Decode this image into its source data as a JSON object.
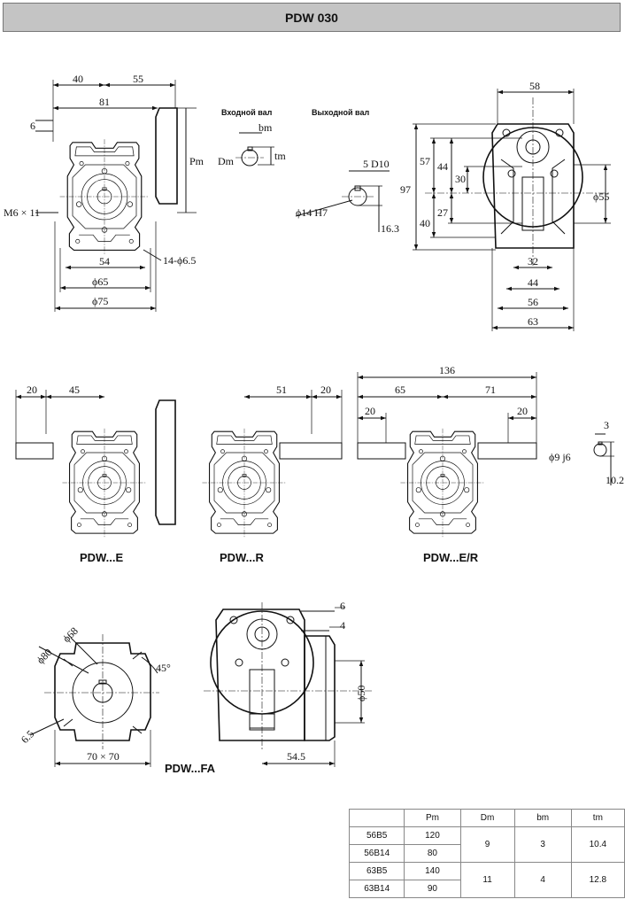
{
  "header": {
    "title": "PDW 030"
  },
  "shaft_labels": {
    "input": "Входной вал",
    "output": "Выходной вал"
  },
  "variants": [
    "PDW...E",
    "PDW...R",
    "PDW...E/R",
    "PDW...FA"
  ],
  "front_view_dims": {
    "d40": "40",
    "d55": "55",
    "d81": "81",
    "d6": "6",
    "pm": "Pm",
    "m6": "M6 × 11",
    "d54": "54",
    "holes": "14-ϕ6.5",
    "phi65": "ϕ65",
    "phi75": "ϕ75"
  },
  "input_shaft_dims": {
    "bm": "bm",
    "dm": "Dm",
    "tm": "tm"
  },
  "output_shaft_dims": {
    "key": "5 D10",
    "bore": "ϕ14 H7",
    "depth": "16.3"
  },
  "side_view_dims": {
    "d58": "58",
    "d97": "97",
    "d57": "57",
    "d40": "40",
    "d44": "44",
    "d30": "30",
    "d27": "27",
    "phi55": "ϕ55",
    "d32": "32",
    "d44b": "44",
    "d56": "56",
    "d63": "63"
  },
  "variant_dims": {
    "e_20": "20",
    "e_45": "45",
    "r_51": "51",
    "r_20": "20",
    "er_136": "136",
    "er_65": "65",
    "er_71": "71",
    "er_20a": "20",
    "er_20b": "20",
    "shaft_phi9": "ϕ9 j6",
    "shaft_3": "3",
    "shaft_102": "10.2"
  },
  "flange_dims": {
    "phi80": "ϕ80",
    "phi68": "ϕ68",
    "angle": "45°",
    "d65": "6.5",
    "sq": "70 × 70",
    "d6": "6",
    "d4": "4",
    "phi50": "ϕ50",
    "d545": "54.5"
  },
  "table": {
    "headers": [
      "",
      "Pm",
      "Dm",
      "bm",
      "tm"
    ],
    "rows": [
      {
        "motor": "56B5",
        "pm": "120"
      },
      {
        "motor": "56B14",
        "pm": "80"
      },
      {
        "motor": "63B5",
        "pm": "140"
      },
      {
        "motor": "63B14",
        "pm": "90"
      }
    ],
    "groups": [
      {
        "dm": "9",
        "bm": "3",
        "tm": "10.4"
      },
      {
        "dm": "11",
        "bm": "4",
        "tm": "12.8"
      }
    ]
  }
}
